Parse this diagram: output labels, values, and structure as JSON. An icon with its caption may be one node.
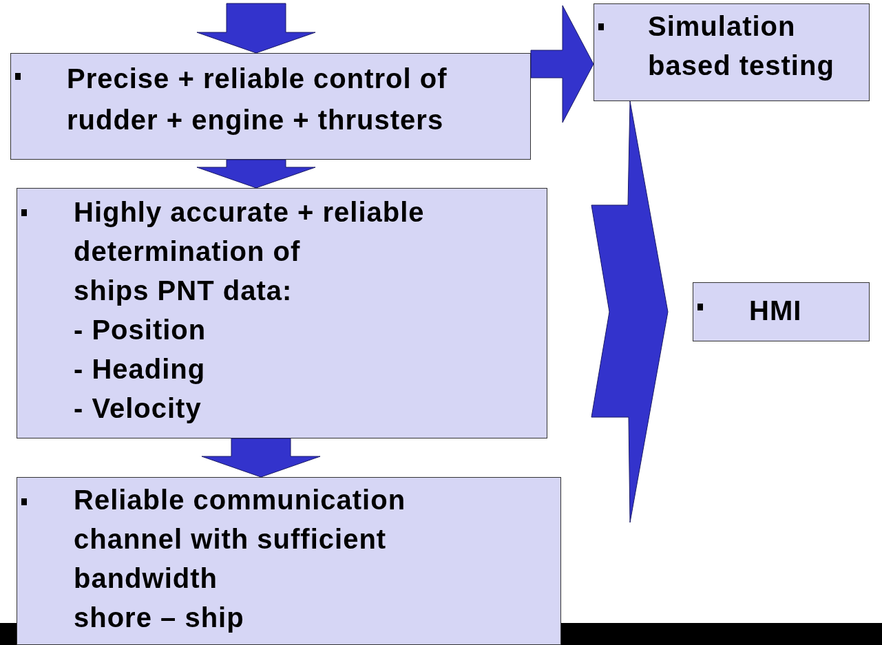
{
  "diagram": {
    "nodes": [
      {
        "text": [
          "Precise + reliable control of rudder + engine + thrusters"
        ]
      },
      {
        "text": [
          "Highly accurate + reliable determination of",
          "ships PNT data:",
          "- Position",
          "- Heading",
          "- Velocity"
        ]
      },
      {
        "text": [
          "Reliable communication channel with sufficient bandwidth",
          "shore – ship"
        ]
      },
      {
        "text": [
          "Simulation based testing"
        ]
      },
      {
        "text": [
          "HMI"
        ]
      }
    ],
    "edges": [
      {
        "from": null,
        "to": 0,
        "arrow": "to"
      },
      {
        "from": 0,
        "to": 1,
        "arrow": "to"
      },
      {
        "from": 1,
        "to": 2,
        "arrow": "to"
      },
      {
        "from": 0,
        "to": 3,
        "arrow": "to"
      },
      {
        "from": 3,
        "to": 4,
        "arrow": "to"
      }
    ]
  }
}
